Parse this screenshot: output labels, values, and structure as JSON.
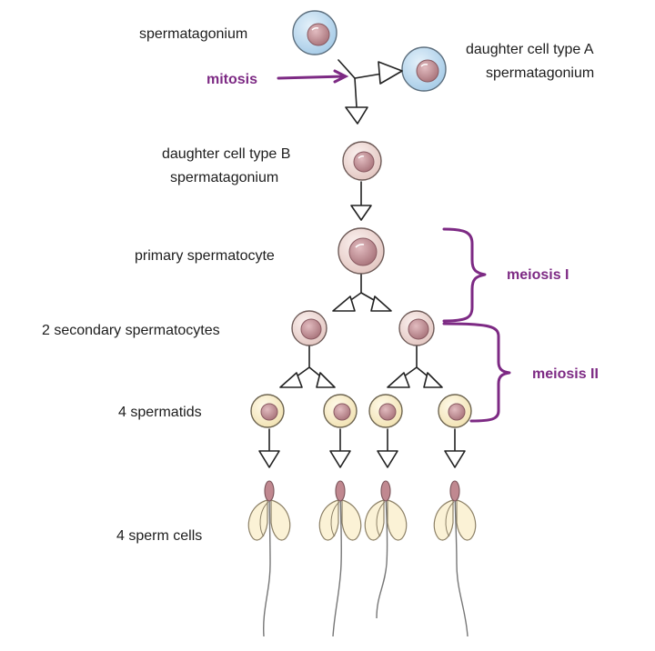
{
  "labels": {
    "spermatogonium": "spermatagonium",
    "type_a_line1": "daughter cell type A",
    "type_a_line2": "spermatagonium",
    "type_b_line1": "daughter cell type B",
    "type_b_line2": "spermatagonium",
    "primary": "primary spermatocyte",
    "secondary": "2 secondary spermatocytes",
    "spermatids": "4 spermatids",
    "sperm_cells": "4 sperm cells"
  },
  "processes": {
    "mitosis": "mitosis",
    "meiosis1": "meiosis I",
    "meiosis2": "meiosis II"
  },
  "colors": {
    "process_purple": "#7d2a84",
    "stem_cell_fill": "#bcd9ef",
    "spermatocyte_fill": "#ead3cf",
    "spermatid_fill": "#fbf1d2",
    "nucleus": "#bf8d93",
    "sperm_head": "#c08890"
  }
}
